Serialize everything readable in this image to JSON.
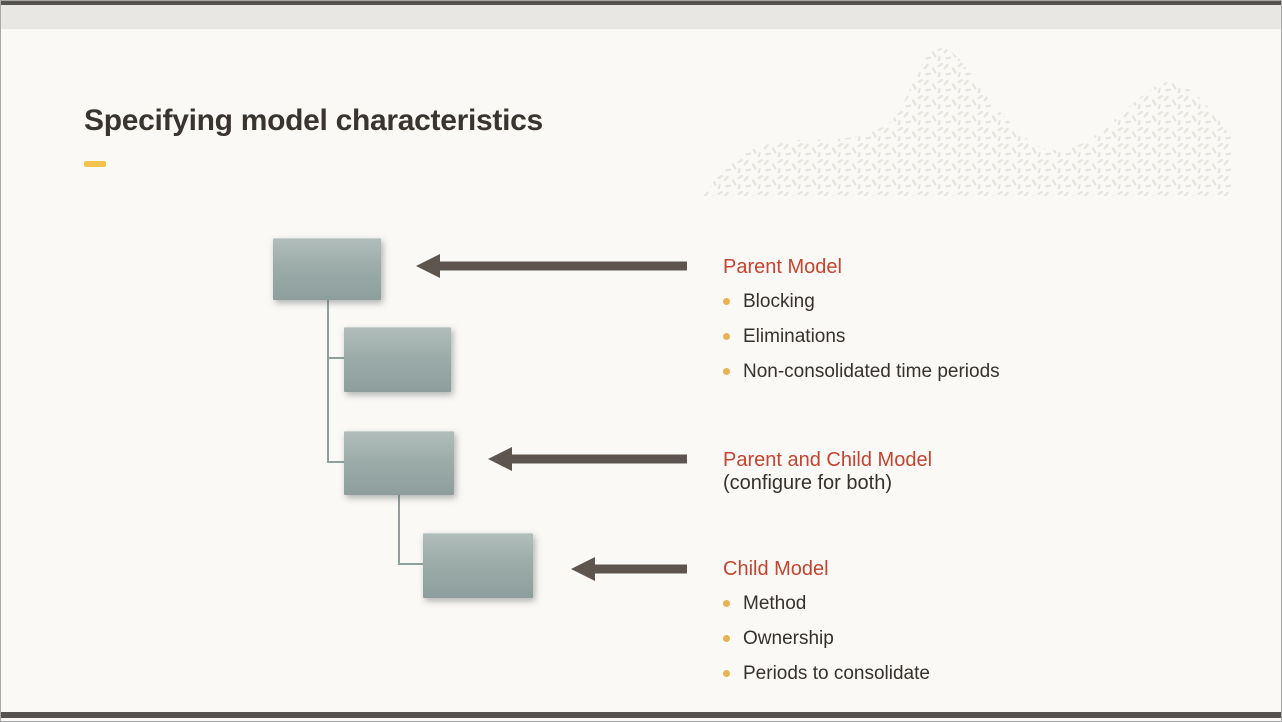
{
  "slide": {
    "title": "Specifying model characteristics",
    "background_color": "#fbf9f6",
    "accent_color": "#f2c14e",
    "top_bar_color": "#565250",
    "band_color": "#e9e7e4"
  },
  "diagram": {
    "type": "org-chart",
    "description": "Four unlabeled boxes in a cascading parent-child hierarchy; three left-pointing arrows link annotation text to the top box, the middle box, and the bottom box.",
    "box_color": "#9caca9",
    "connector_color": "#8da09d",
    "arrow_color": "#5e564e",
    "boxes": [
      {
        "id": "box-1",
        "role": "parent"
      },
      {
        "id": "box-2",
        "role": "child"
      },
      {
        "id": "box-3",
        "role": "child"
      },
      {
        "id": "box-4",
        "role": "grandchild"
      }
    ]
  },
  "annotations": [
    {
      "heading": "Parent Model",
      "subheading": "",
      "bullets": [
        "Blocking",
        "Eliminations",
        "Non-consolidated time periods"
      ]
    },
    {
      "heading": "Parent and Child Model",
      "subheading": "(configure for both)",
      "bullets": []
    },
    {
      "heading": "Child Model",
      "subheading": "",
      "bullets": [
        "Method",
        "Ownership",
        "Periods to consolidate"
      ]
    }
  ],
  "colors": {
    "heading_red": "#c5432f",
    "body_text": "#35312d",
    "bullet_gold": "#e9b250",
    "texture_gray": "#e8e5e1"
  }
}
